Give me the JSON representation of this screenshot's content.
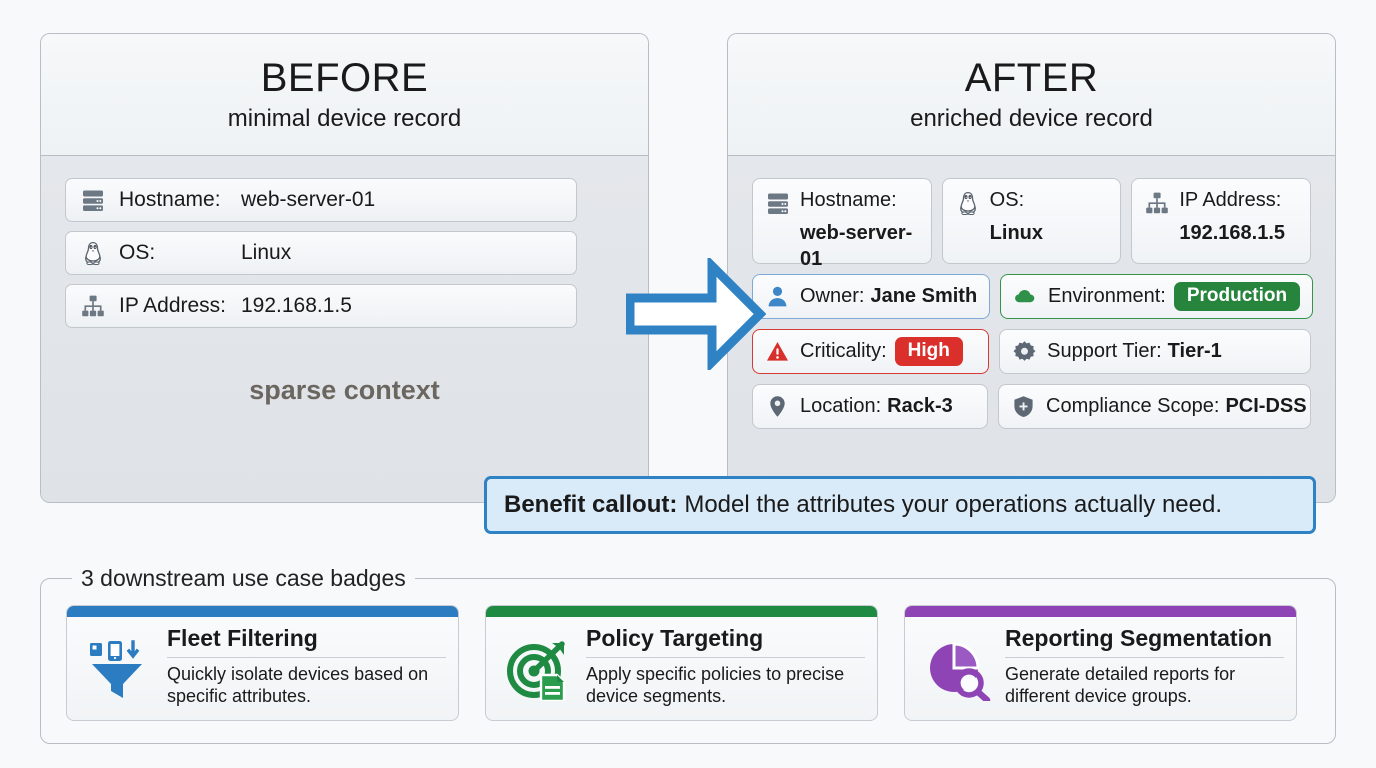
{
  "before": {
    "title": "BEFORE",
    "subtitle": "minimal device record",
    "footer_note": "sparse context",
    "rows": [
      {
        "icon": "server-icon",
        "label": "Hostname:",
        "value": "web-server-01"
      },
      {
        "icon": "linux-penguin-icon",
        "label": "OS:",
        "value": "Linux"
      },
      {
        "icon": "sitemap-icon",
        "label": "IP Address:",
        "value": "192.168.1.5"
      }
    ]
  },
  "after": {
    "title": "AFTER",
    "subtitle": "enriched device record",
    "top_tiles": [
      {
        "icon": "server-icon",
        "label": "Hostname:",
        "value": "web-server-01"
      },
      {
        "icon": "linux-penguin-icon",
        "label": "OS:",
        "value": "Linux"
      },
      {
        "icon": "sitemap-icon",
        "label": "IP Address:",
        "value": "192.168.1.5"
      }
    ],
    "chips": [
      {
        "icon": "person-icon",
        "label": "Owner:",
        "value": "Jane Smith",
        "accent": "blue",
        "badge": false
      },
      {
        "icon": "cloud-icon",
        "label": "Environment:",
        "value": "Production",
        "accent": "green",
        "badge": true
      },
      {
        "icon": "warning-triangle-icon",
        "label": "Criticality:",
        "value": "High",
        "accent": "red",
        "badge": true
      },
      {
        "icon": "gear-icon",
        "label": "Support Tier:",
        "value": "Tier-1",
        "accent": "gray",
        "badge": false
      },
      {
        "icon": "location-pin-icon",
        "label": "Location:",
        "value": "Rack-3",
        "accent": "gray",
        "badge": false
      },
      {
        "icon": "shield-icon",
        "label": "Compliance Scope:",
        "value": "PCI-DSS",
        "accent": "gray",
        "badge": false
      }
    ]
  },
  "arrow": {
    "icon": "right-arrow-icon"
  },
  "callout": {
    "lead": "Benefit callout:",
    "text": "Model the attributes your operations actually need."
  },
  "use_cases": {
    "legend": "3 downstream use case badges",
    "items": [
      {
        "icon": "filter-funnel-icon",
        "title": "Fleet Filtering",
        "description": "Quickly isolate devices based on specific attributes.",
        "color": "#2b7cc0"
      },
      {
        "icon": "target-document-icon",
        "title": "Policy Targeting",
        "description": "Apply specific policies to precise device segments.",
        "color": "#1f8a42"
      },
      {
        "icon": "pie-chart-search-icon",
        "title": "Reporting Segmentation",
        "description": "Generate detailed reports for different device groups.",
        "color": "#8e44b5"
      }
    ]
  },
  "colors": {
    "blue_accent": "#2f82c4",
    "green_accent": "#27843d",
    "red_accent": "#db2f2b",
    "purple_accent": "#8e44b5",
    "canvas": "#f7f9fa"
  }
}
